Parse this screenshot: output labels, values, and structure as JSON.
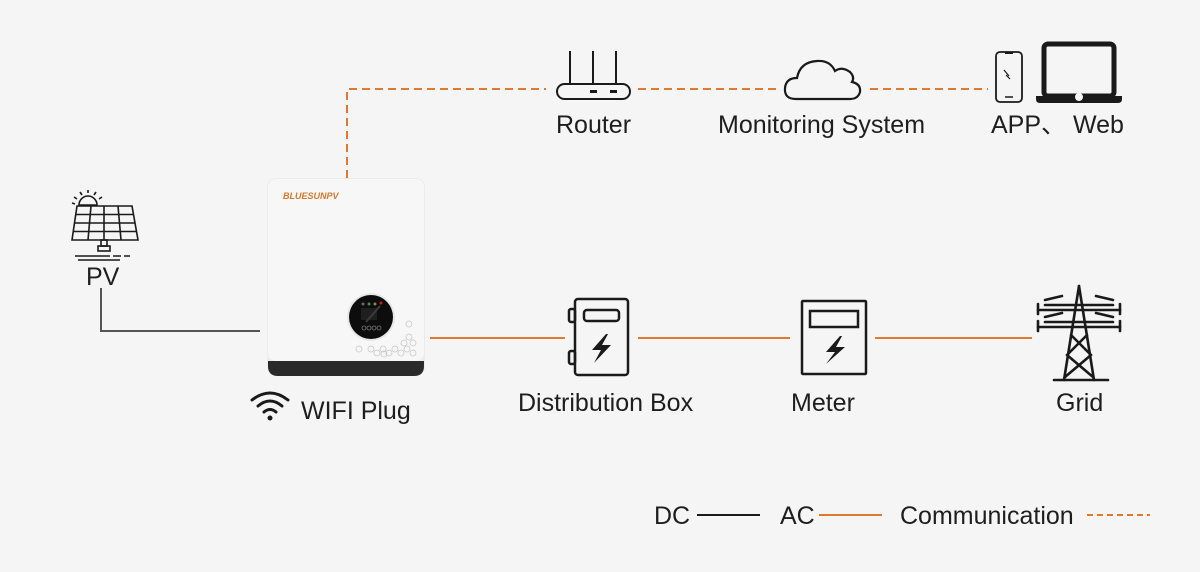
{
  "title": "Solar inverter WiFi monitoring system diagram",
  "colors": {
    "background": "#f5f5f5",
    "dc_line": "#555555",
    "ac_line": "#e0782e",
    "communication_line": "#e0782e",
    "icon_stroke": "#1a1a1a",
    "brand": "#d4782a"
  },
  "nodes": {
    "pv": {
      "label": "PV",
      "icon": "solar-panel-icon"
    },
    "inverter": {
      "brand": "BLUESUNPV",
      "icon": "inverter-device"
    },
    "wifi_plug": {
      "label": "WIFI Plug",
      "icon": "wifi-icon"
    },
    "router": {
      "label": "Router",
      "icon": "router-icon"
    },
    "monitoring_system": {
      "label": "Monitoring System",
      "icon": "cloud-icon"
    },
    "app_web": {
      "label": "APP、 Web",
      "icons": [
        "smartphone-icon",
        "laptop-icon"
      ]
    },
    "distribution_box": {
      "label": "Distribution Box",
      "icon": "distribution-box-icon"
    },
    "meter": {
      "label": "Meter",
      "icon": "meter-icon"
    },
    "grid": {
      "label": "Grid",
      "icon": "power-tower-icon"
    }
  },
  "connections": [
    {
      "from": "pv",
      "to": "inverter",
      "type": "DC"
    },
    {
      "from": "inverter",
      "to": "router",
      "type": "Communication"
    },
    {
      "from": "router",
      "to": "monitoring_system",
      "type": "Communication"
    },
    {
      "from": "monitoring_system",
      "to": "app_web",
      "type": "Communication"
    },
    {
      "from": "inverter",
      "to": "distribution_box",
      "type": "AC"
    },
    {
      "from": "distribution_box",
      "to": "meter",
      "type": "AC"
    },
    {
      "from": "meter",
      "to": "grid",
      "type": "AC"
    }
  ],
  "legend": {
    "dc": "DC",
    "ac": "AC",
    "communication": "Communication"
  }
}
